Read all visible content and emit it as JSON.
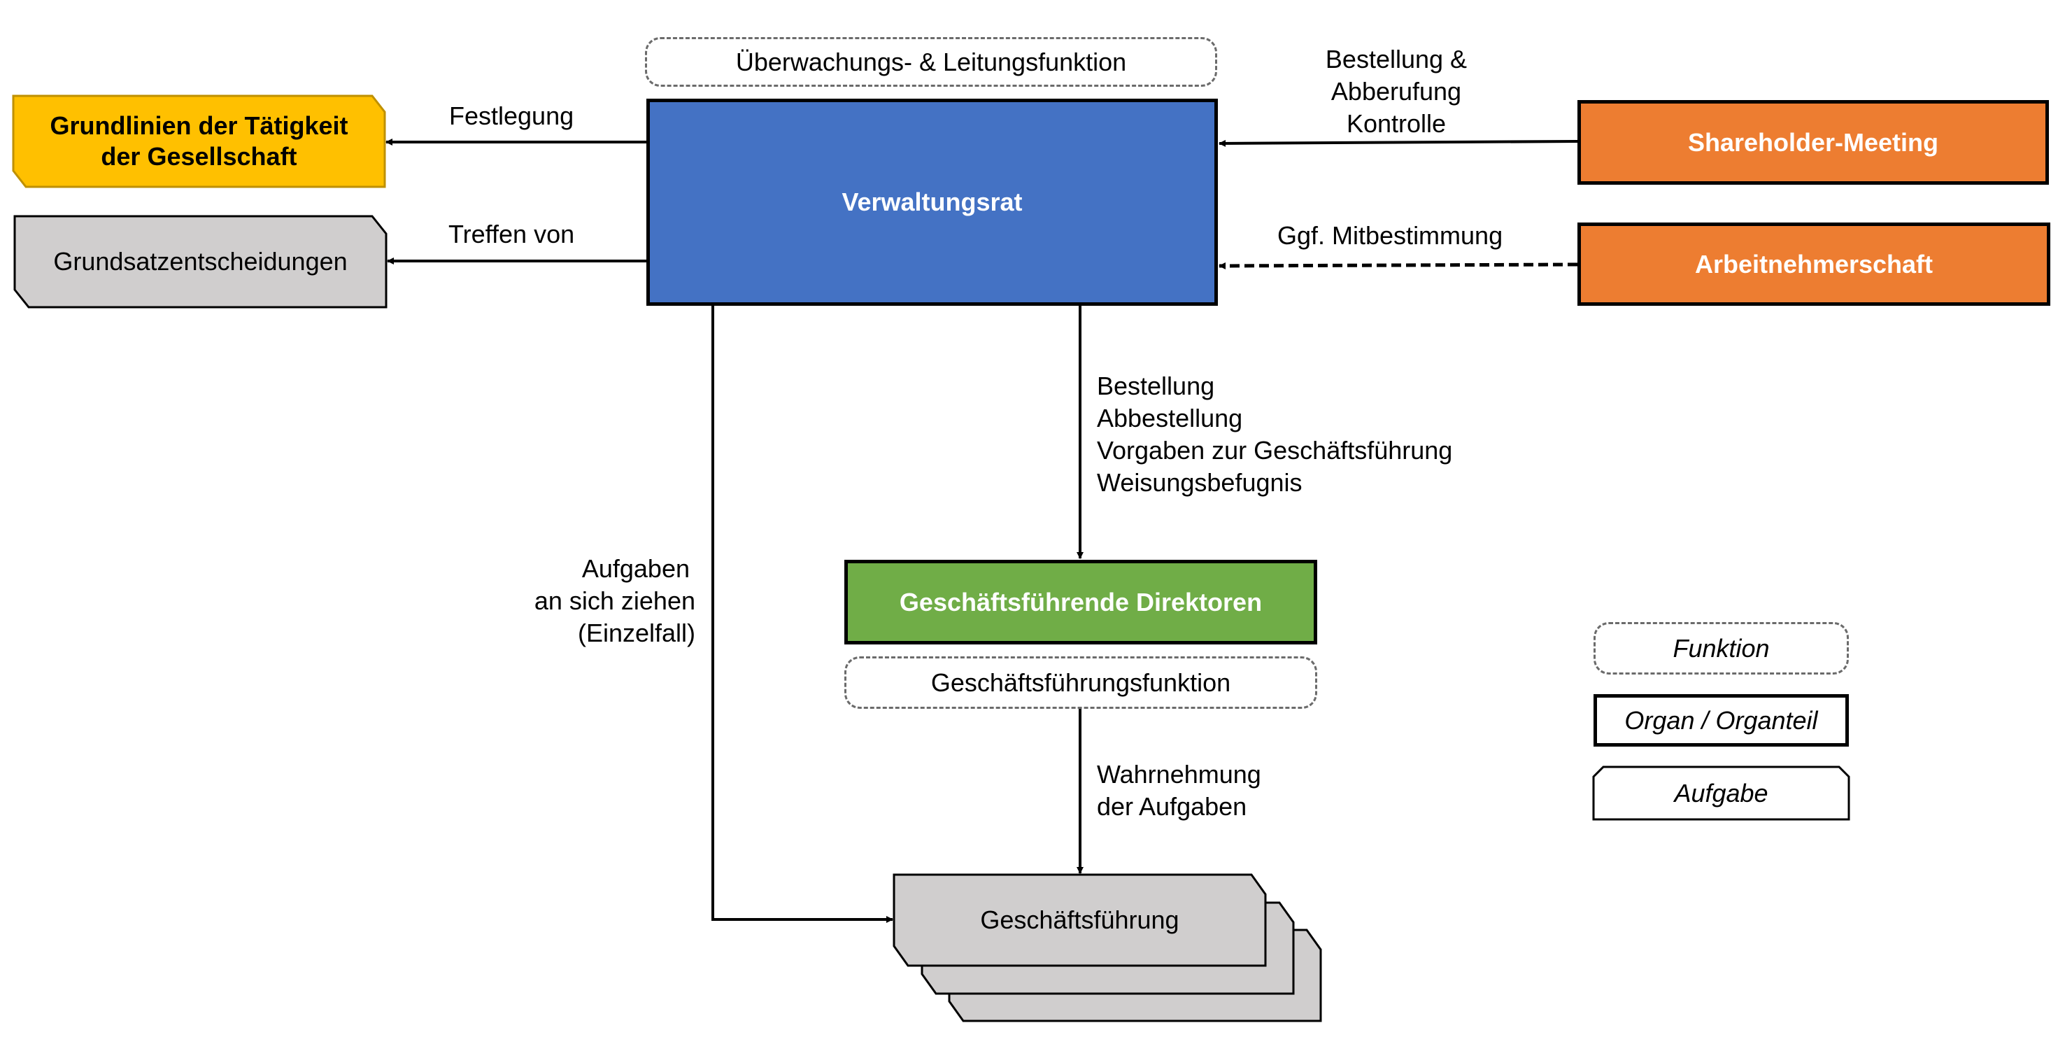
{
  "colors": {
    "verwaltungsrat": "#4472C4",
    "shareholder": "#ED7D31",
    "arbeitnehmer": "#ED7D31",
    "direktoren": "#70AD47",
    "grundlinien": "#FFC000",
    "task_gray": "#D0CECE"
  },
  "functions": {
    "top": "Überwachungs- & Leitungsfunktion",
    "gf": "Geschäftsführungsfunktion"
  },
  "organs": {
    "verwaltungsrat": "Verwaltungsrat",
    "shareholder": "Shareholder-Meeting",
    "arbeitnehmer": "Arbeitnehmerschaft",
    "direktoren": "Geschäftsführende Direktoren"
  },
  "tasks": {
    "grundlinien": [
      "Grundlinien der Tätigkeit",
      "der Gesellschaft"
    ],
    "grundsatz": "Grundsatzentscheidungen",
    "geschaeftsfuehrung": "Geschäftsführung"
  },
  "edges": {
    "festlegung": "Festlegung",
    "treffen": "Treffen von",
    "shareholder": [
      "Bestellung &",
      "Abberufung",
      "Kontrolle"
    ],
    "mitbestimmung": "Ggf. Mitbestimmung",
    "direktoren": [
      "Bestellung",
      "Abbestellung",
      "Vorgaben zur Geschäftsführung",
      "Weisungsbefugnis"
    ],
    "aufgaben": [
      "Aufgaben",
      "an sich ziehen",
      "(Einzelfall)"
    ],
    "wahrnehmung": [
      "Wahrnehmung",
      "der Aufgaben"
    ]
  },
  "legend": {
    "funktion": "Funktion",
    "organ": "Organ / Organteil",
    "aufgabe": "Aufgabe"
  }
}
